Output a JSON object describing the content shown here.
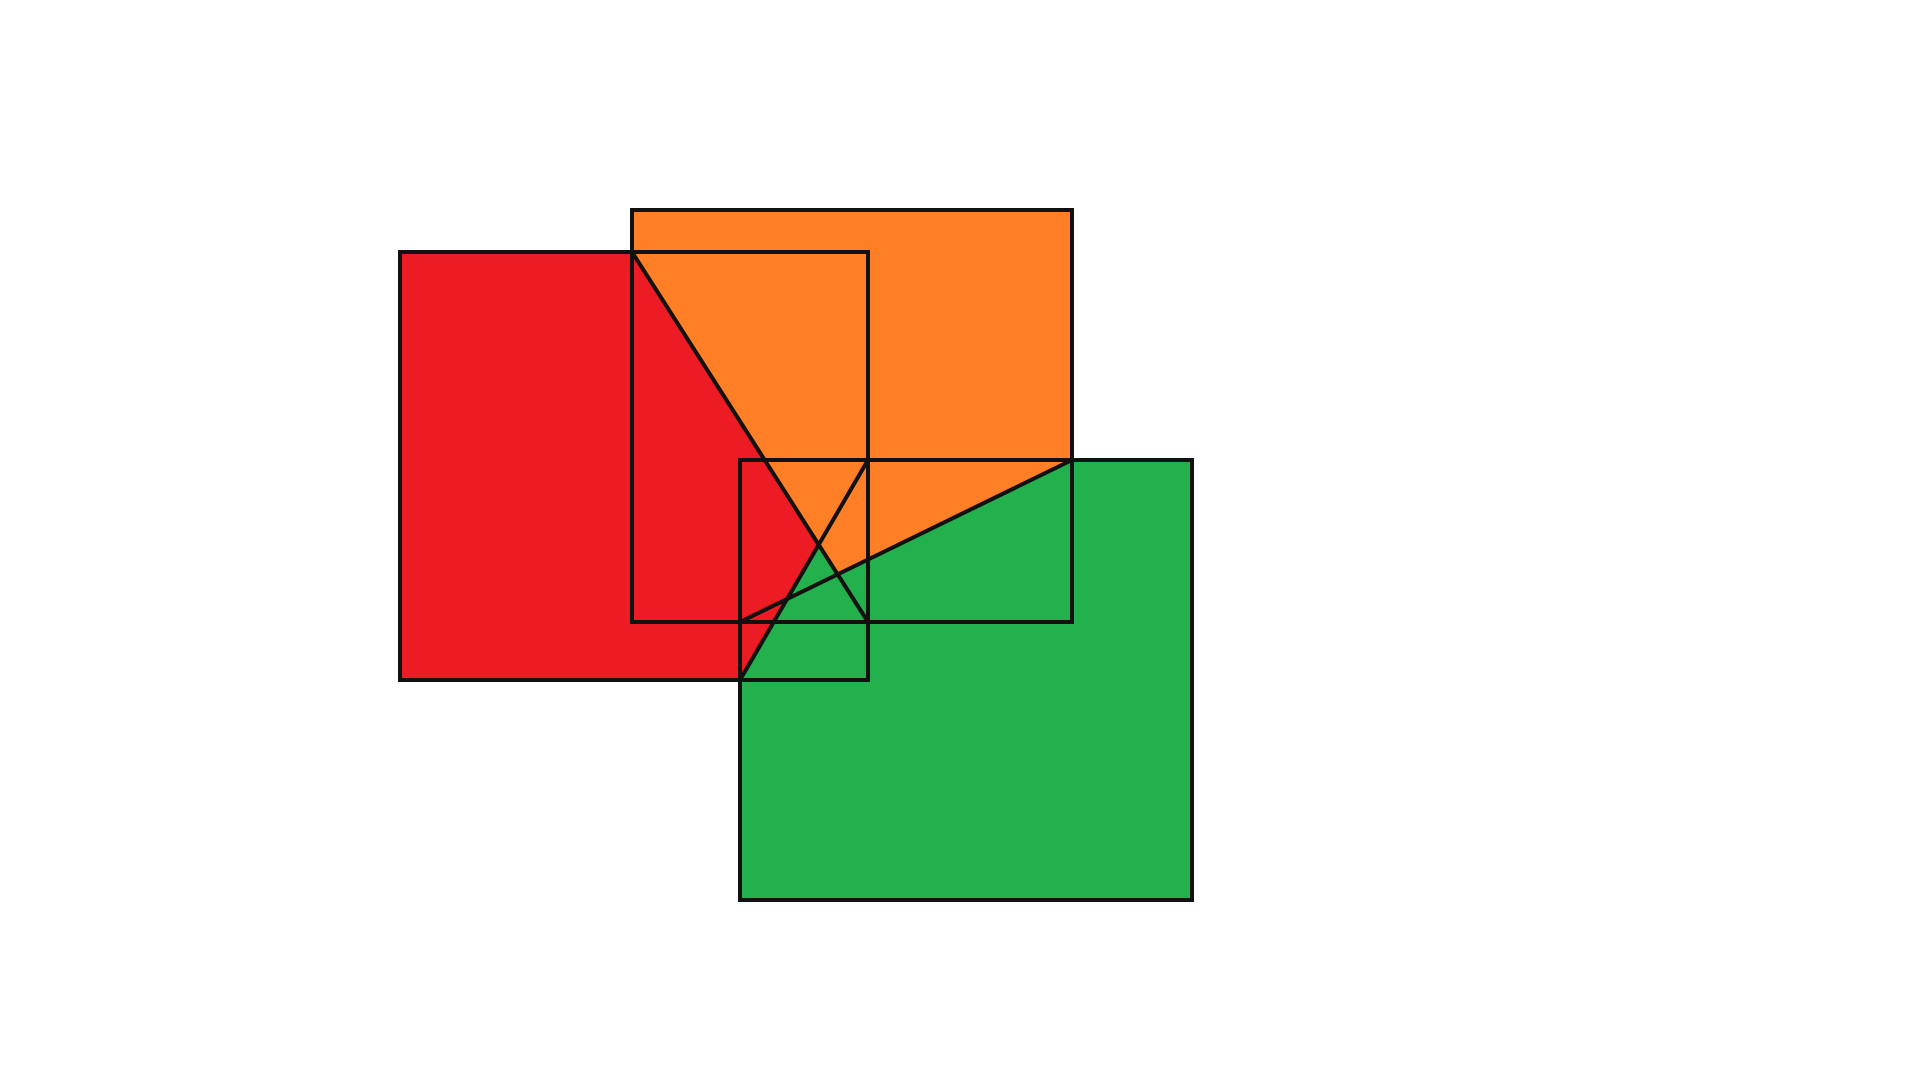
{
  "diagram": {
    "shapes": [
      {
        "name": "red-square",
        "fill": "#ed1c24"
      },
      {
        "name": "orange-square",
        "fill": "#ff7f27"
      },
      {
        "name": "green-square",
        "fill": "#22b14c"
      }
    ],
    "stroke_color": "#111111",
    "background": "#ffffff"
  }
}
